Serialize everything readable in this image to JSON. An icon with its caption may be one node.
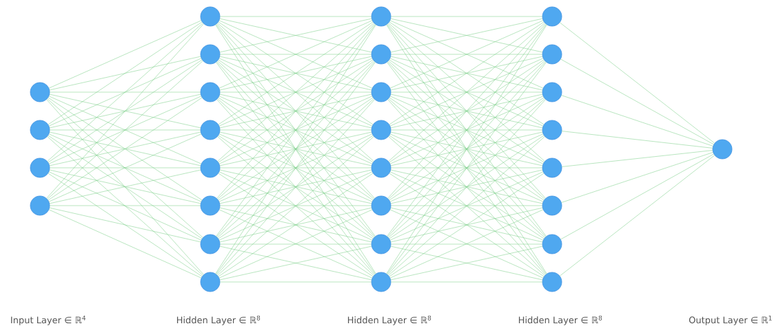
{
  "diagram": {
    "nodes": [
      {
        "text": [],
        "shape": "circle"
      },
      {
        "text": [],
        "shape": "circle"
      },
      {
        "text": [],
        "shape": "circle"
      },
      {
        "text": [],
        "shape": "circle"
      },
      {
        "text": [],
        "shape": "circle"
      },
      {
        "text": [],
        "shape": "circle"
      },
      {
        "text": [],
        "shape": "circle"
      },
      {
        "text": [],
        "shape": "circle"
      },
      {
        "text": [],
        "shape": "circle"
      },
      {
        "text": [],
        "shape": "circle"
      },
      {
        "text": [],
        "shape": "circle"
      },
      {
        "text": [],
        "shape": "circle"
      },
      {
        "text": [],
        "shape": "circle"
      },
      {
        "text": [],
        "shape": "circle"
      },
      {
        "text": [],
        "shape": "circle"
      },
      {
        "text": [],
        "shape": "circle"
      },
      {
        "text": [],
        "shape": "circle"
      },
      {
        "text": [],
        "shape": "circle"
      },
      {
        "text": [],
        "shape": "circle"
      },
      {
        "text": [],
        "shape": "circle"
      },
      {
        "text": [],
        "shape": "circle"
      },
      {
        "text": [],
        "shape": "circle"
      },
      {
        "text": [],
        "shape": "circle"
      },
      {
        "text": [],
        "shape": "circle"
      },
      {
        "text": [],
        "shape": "circle"
      },
      {
        "text": [],
        "shape": "circle"
      },
      {
        "text": [],
        "shape": "circle"
      },
      {
        "text": [],
        "shape": "circle"
      },
      {
        "text": [],
        "shape": "circle"
      }
    ],
    "edges": [
      {
        "from": 0,
        "to": 4,
        "arrow": "none"
      },
      {
        "from": 0,
        "to": 5,
        "arrow": "none"
      },
      {
        "from": 0,
        "to": 6,
        "arrow": "none"
      },
      {
        "from": 0,
        "to": 7,
        "arrow": "none"
      },
      {
        "from": 0,
        "to": 8,
        "arrow": "none"
      },
      {
        "from": 0,
        "to": 9,
        "arrow": "none"
      },
      {
        "from": 0,
        "to": 10,
        "arrow": "none"
      },
      {
        "from": 0,
        "to": 11,
        "arrow": "none"
      },
      {
        "from": 1,
        "to": 4,
        "arrow": "none"
      },
      {
        "from": 1,
        "to": 5,
        "arrow": "none"
      },
      {
        "from": 1,
        "to": 6,
        "arrow": "none"
      },
      {
        "from": 1,
        "to": 7,
        "arrow": "none"
      },
      {
        "from": 1,
        "to": 8,
        "arrow": "none"
      },
      {
        "from": 1,
        "to": 9,
        "arrow": "none"
      },
      {
        "from": 1,
        "to": 10,
        "arrow": "none"
      },
      {
        "from": 1,
        "to": 11,
        "arrow": "none"
      },
      {
        "from": 2,
        "to": 4,
        "arrow": "none"
      },
      {
        "from": 2,
        "to": 5,
        "arrow": "none"
      },
      {
        "from": 2,
        "to": 6,
        "arrow": "none"
      },
      {
        "from": 2,
        "to": 7,
        "arrow": "none"
      },
      {
        "from": 2,
        "to": 8,
        "arrow": "none"
      },
      {
        "from": 2,
        "to": 9,
        "arrow": "none"
      },
      {
        "from": 2,
        "to": 10,
        "arrow": "none"
      },
      {
        "from": 2,
        "to": 11,
        "arrow": "none"
      },
      {
        "from": 3,
        "to": 4,
        "arrow": "none"
      },
      {
        "from": 3,
        "to": 5,
        "arrow": "none"
      },
      {
        "from": 3,
        "to": 6,
        "arrow": "none"
      },
      {
        "from": 3,
        "to": 7,
        "arrow": "none"
      },
      {
        "from": 3,
        "to": 8,
        "arrow": "none"
      },
      {
        "from": 3,
        "to": 9,
        "arrow": "none"
      },
      {
        "from": 3,
        "to": 10,
        "arrow": "none"
      },
      {
        "from": 3,
        "to": 11,
        "arrow": "none"
      },
      {
        "from": 4,
        "to": 12,
        "arrow": "none"
      },
      {
        "from": 4,
        "to": 13,
        "arrow": "none"
      },
      {
        "from": 4,
        "to": 14,
        "arrow": "none"
      },
      {
        "from": 4,
        "to": 15,
        "arrow": "none"
      },
      {
        "from": 4,
        "to": 16,
        "arrow": "none"
      },
      {
        "from": 4,
        "to": 17,
        "arrow": "none"
      },
      {
        "from": 4,
        "to": 18,
        "arrow": "none"
      },
      {
        "from": 4,
        "to": 19,
        "arrow": "none"
      },
      {
        "from": 5,
        "to": 12,
        "arrow": "none"
      },
      {
        "from": 5,
        "to": 13,
        "arrow": "none"
      },
      {
        "from": 5,
        "to": 14,
        "arrow": "none"
      },
      {
        "from": 5,
        "to": 15,
        "arrow": "none"
      },
      {
        "from": 5,
        "to": 16,
        "arrow": "none"
      },
      {
        "from": 5,
        "to": 17,
        "arrow": "none"
      },
      {
        "from": 5,
        "to": 18,
        "arrow": "none"
      },
      {
        "from": 5,
        "to": 19,
        "arrow": "none"
      },
      {
        "from": 6,
        "to": 12,
        "arrow": "none"
      },
      {
        "from": 6,
        "to": 13,
        "arrow": "none"
      },
      {
        "from": 6,
        "to": 14,
        "arrow": "none"
      },
      {
        "from": 6,
        "to": 15,
        "arrow": "none"
      },
      {
        "from": 6,
        "to": 16,
        "arrow": "none"
      },
      {
        "from": 6,
        "to": 17,
        "arrow": "none"
      },
      {
        "from": 6,
        "to": 18,
        "arrow": "none"
      },
      {
        "from": 6,
        "to": 19,
        "arrow": "none"
      },
      {
        "from": 7,
        "to": 12,
        "arrow": "none"
      },
      {
        "from": 7,
        "to": 13,
        "arrow": "none"
      },
      {
        "from": 7,
        "to": 14,
        "arrow": "none"
      },
      {
        "from": 7,
        "to": 15,
        "arrow": "none"
      },
      {
        "from": 7,
        "to": 16,
        "arrow": "none"
      },
      {
        "from": 7,
        "to": 17,
        "arrow": "none"
      },
      {
        "from": 7,
        "to": 18,
        "arrow": "none"
      },
      {
        "from": 7,
        "to": 19,
        "arrow": "none"
      },
      {
        "from": 8,
        "to": 12,
        "arrow": "none"
      },
      {
        "from": 8,
        "to": 13,
        "arrow": "none"
      },
      {
        "from": 8,
        "to": 14,
        "arrow": "none"
      },
      {
        "from": 8,
        "to": 15,
        "arrow": "none"
      },
      {
        "from": 8,
        "to": 16,
        "arrow": "none"
      },
      {
        "from": 8,
        "to": 17,
        "arrow": "none"
      },
      {
        "from": 8,
        "to": 18,
        "arrow": "none"
      },
      {
        "from": 8,
        "to": 19,
        "arrow": "none"
      },
      {
        "from": 9,
        "to": 12,
        "arrow": "none"
      },
      {
        "from": 9,
        "to": 13,
        "arrow": "none"
      },
      {
        "from": 9,
        "to": 14,
        "arrow": "none"
      },
      {
        "from": 9,
        "to": 15,
        "arrow": "none"
      },
      {
        "from": 9,
        "to": 16,
        "arrow": "none"
      },
      {
        "from": 9,
        "to": 17,
        "arrow": "none"
      },
      {
        "from": 9,
        "to": 18,
        "arrow": "none"
      },
      {
        "from": 9,
        "to": 19,
        "arrow": "none"
      },
      {
        "from": 10,
        "to": 12,
        "arrow": "none"
      },
      {
        "from": 10,
        "to": 13,
        "arrow": "none"
      },
      {
        "from": 10,
        "to": 14,
        "arrow": "none"
      },
      {
        "from": 10,
        "to": 15,
        "arrow": "none"
      },
      {
        "from": 10,
        "to": 16,
        "arrow": "none"
      },
      {
        "from": 10,
        "to": 17,
        "arrow": "none"
      },
      {
        "from": 10,
        "to": 18,
        "arrow": "none"
      },
      {
        "from": 10,
        "to": 19,
        "arrow": "none"
      },
      {
        "from": 11,
        "to": 12,
        "arrow": "none"
      },
      {
        "from": 11,
        "to": 13,
        "arrow": "none"
      },
      {
        "from": 11,
        "to": 14,
        "arrow": "none"
      },
      {
        "from": 11,
        "to": 15,
        "arrow": "none"
      },
      {
        "from": 11,
        "to": 16,
        "arrow": "none"
      },
      {
        "from": 11,
        "to": 17,
        "arrow": "none"
      },
      {
        "from": 11,
        "to": 18,
        "arrow": "none"
      },
      {
        "from": 11,
        "to": 19,
        "arrow": "none"
      },
      {
        "from": 12,
        "to": 20,
        "arrow": "none"
      },
      {
        "from": 12,
        "to": 21,
        "arrow": "none"
      },
      {
        "from": 12,
        "to": 22,
        "arrow": "none"
      },
      {
        "from": 12,
        "to": 23,
        "arrow": "none"
      },
      {
        "from": 12,
        "to": 24,
        "arrow": "none"
      },
      {
        "from": 12,
        "to": 25,
        "arrow": "none"
      },
      {
        "from": 12,
        "to": 26,
        "arrow": "none"
      },
      {
        "from": 12,
        "to": 27,
        "arrow": "none"
      },
      {
        "from": 13,
        "to": 20,
        "arrow": "none"
      },
      {
        "from": 13,
        "to": 21,
        "arrow": "none"
      },
      {
        "from": 13,
        "to": 22,
        "arrow": "none"
      },
      {
        "from": 13,
        "to": 23,
        "arrow": "none"
      },
      {
        "from": 13,
        "to": 24,
        "arrow": "none"
      },
      {
        "from": 13,
        "to": 25,
        "arrow": "none"
      },
      {
        "from": 13,
        "to": 26,
        "arrow": "none"
      },
      {
        "from": 13,
        "to": 27,
        "arrow": "none"
      },
      {
        "from": 14,
        "to": 20,
        "arrow": "none"
      },
      {
        "from": 14,
        "to": 21,
        "arrow": "none"
      },
      {
        "from": 14,
        "to": 22,
        "arrow": "none"
      },
      {
        "from": 14,
        "to": 23,
        "arrow": "none"
      },
      {
        "from": 14,
        "to": 24,
        "arrow": "none"
      },
      {
        "from": 14,
        "to": 25,
        "arrow": "none"
      },
      {
        "from": 14,
        "to": 26,
        "arrow": "none"
      },
      {
        "from": 14,
        "to": 27,
        "arrow": "none"
      },
      {
        "from": 15,
        "to": 20,
        "arrow": "none"
      },
      {
        "from": 15,
        "to": 21,
        "arrow": "none"
      },
      {
        "from": 15,
        "to": 22,
        "arrow": "none"
      },
      {
        "from": 15,
        "to": 23,
        "arrow": "none"
      },
      {
        "from": 15,
        "to": 24,
        "arrow": "none"
      },
      {
        "from": 15,
        "to": 25,
        "arrow": "none"
      },
      {
        "from": 15,
        "to": 26,
        "arrow": "none"
      },
      {
        "from": 15,
        "to": 27,
        "arrow": "none"
      },
      {
        "from": 16,
        "to": 20,
        "arrow": "none"
      },
      {
        "from": 16,
        "to": 21,
        "arrow": "none"
      },
      {
        "from": 16,
        "to": 22,
        "arrow": "none"
      },
      {
        "from": 16,
        "to": 23,
        "arrow": "none"
      },
      {
        "from": 16,
        "to": 24,
        "arrow": "none"
      },
      {
        "from": 16,
        "to": 25,
        "arrow": "none"
      },
      {
        "from": 16,
        "to": 26,
        "arrow": "none"
      },
      {
        "from": 16,
        "to": 27,
        "arrow": "none"
      },
      {
        "from": 17,
        "to": 20,
        "arrow": "none"
      },
      {
        "from": 17,
        "to": 21,
        "arrow": "none"
      },
      {
        "from": 17,
        "to": 22,
        "arrow": "none"
      },
      {
        "from": 17,
        "to": 23,
        "arrow": "none"
      },
      {
        "from": 17,
        "to": 24,
        "arrow": "none"
      },
      {
        "from": 17,
        "to": 25,
        "arrow": "none"
      },
      {
        "from": 17,
        "to": 26,
        "arrow": "none"
      },
      {
        "from": 17,
        "to": 27,
        "arrow": "none"
      },
      {
        "from": 18,
        "to": 20,
        "arrow": "none"
      },
      {
        "from": 18,
        "to": 21,
        "arrow": "none"
      },
      {
        "from": 18,
        "to": 22,
        "arrow": "none"
      },
      {
        "from": 18,
        "to": 23,
        "arrow": "none"
      },
      {
        "from": 18,
        "to": 24,
        "arrow": "none"
      },
      {
        "from": 18,
        "to": 25,
        "arrow": "none"
      },
      {
        "from": 18,
        "to": 26,
        "arrow": "none"
      },
      {
        "from": 18,
        "to": 27,
        "arrow": "none"
      },
      {
        "from": 19,
        "to": 20,
        "arrow": "none"
      },
      {
        "from": 19,
        "to": 21,
        "arrow": "none"
      },
      {
        "from": 19,
        "to": 22,
        "arrow": "none"
      },
      {
        "from": 19,
        "to": 23,
        "arrow": "none"
      },
      {
        "from": 19,
        "to": 24,
        "arrow": "none"
      },
      {
        "from": 19,
        "to": 25,
        "arrow": "none"
      },
      {
        "from": 19,
        "to": 26,
        "arrow": "none"
      },
      {
        "from": 19,
        "to": 27,
        "arrow": "none"
      },
      {
        "from": 20,
        "to": 28,
        "arrow": "none"
      },
      {
        "from": 21,
        "to": 28,
        "arrow": "none"
      },
      {
        "from": 22,
        "to": 28,
        "arrow": "none"
      },
      {
        "from": 23,
        "to": 28,
        "arrow": "none"
      },
      {
        "from": 24,
        "to": 28,
        "arrow": "none"
      },
      {
        "from": 25,
        "to": 28,
        "arrow": "none"
      },
      {
        "from": 26,
        "to": 28,
        "arrow": "none"
      },
      {
        "from": 27,
        "to": 28,
        "arrow": "none"
      }
    ],
    "labels": [
      "Input Layer ∈ ℝ$^{4}$",
      "Hidden Layer ∈ ℝ$^{8}$",
      "Hidden Layer ∈ ℝ$^{8}$",
      "Hidden Layer ∈ ℝ$^{8}$",
      "Output Layer ∈ ℝ$^{1}$"
    ]
  }
}
